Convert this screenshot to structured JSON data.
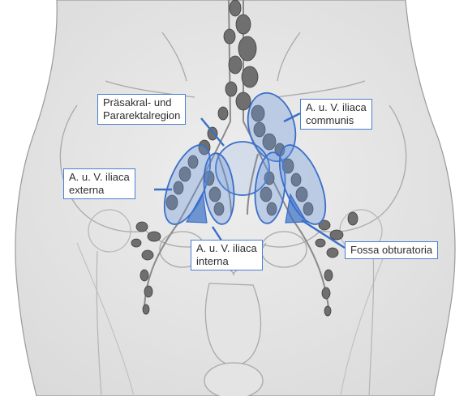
{
  "labels": {
    "praesakral_line1": "Präsakral- und",
    "praesakral_line2": "Pararektalregion",
    "communis_line1": "A. u. V. iliaca",
    "communis_line2": "communis",
    "externa_line1": "A. u. V. iliaca",
    "externa_line2": "externa",
    "interna_line1": "A. u. V. iliaca",
    "interna_line2": "interna",
    "obturatoria": "Fossa obturatoria"
  },
  "colors": {
    "region_stroke": "#3a6fc8",
    "region_fill": "#6b96dc",
    "label_border": "#4a7fd0",
    "node_fill": "#6f6f6f",
    "anatomy_line": "#a9a9a9"
  }
}
